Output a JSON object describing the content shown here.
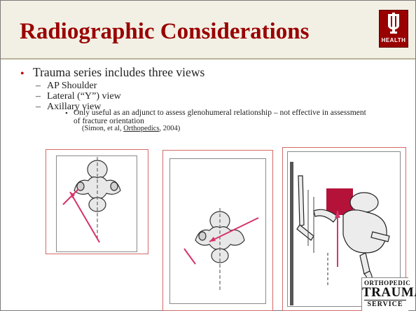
{
  "slide": {
    "title": "Radiographic Considerations",
    "logo": {
      "text": "HEALTH",
      "icon": "iu-trident-icon",
      "color": "#990000"
    }
  },
  "content": {
    "bullet": "Trauma series includes three views",
    "views": [
      "AP Shoulder",
      "Lateral (“Y”) view",
      "Axillary view"
    ],
    "note": "Only useful as an adjunct to assess glenohumeral relationship – not effective in assessment of fracture orientation",
    "citation_prefix": "(Simon, et al, ",
    "citation_journal": "Orthopedics",
    "citation_suffix": ", 2004)"
  },
  "figures": [
    {
      "icon": "ap-shoulder-diagram-icon"
    },
    {
      "icon": "scapular-y-diagram-icon"
    },
    {
      "icon": "axillary-view-diagram-icon"
    }
  ],
  "stamp": {
    "top": "ORTHOPEDIC",
    "middle": "TRAUMA",
    "bottom": "SERVICE"
  },
  "colors": {
    "title": "#990000",
    "header_bg": "#f2f0e4",
    "bullet": "#c00000",
    "beam": "#d6336c"
  }
}
